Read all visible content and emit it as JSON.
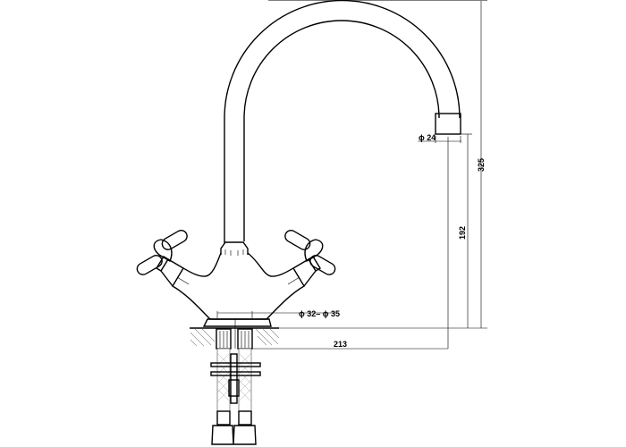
{
  "drawing": {
    "subject": "faucet",
    "dimensions": {
      "aerator_diameter": "ϕ 24",
      "total_height": "325",
      "spout_height": "192",
      "spout_reach": "213",
      "mounting_hole": "ϕ 32– ϕ 35"
    }
  }
}
